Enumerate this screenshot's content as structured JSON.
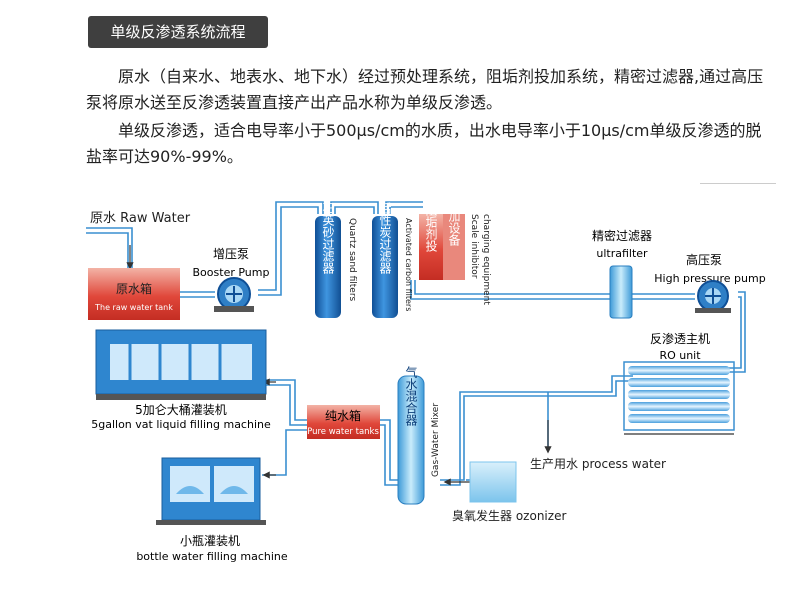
{
  "header": {
    "title": "单级反渗透系统流程"
  },
  "intro": {
    "paragraph1": "原水（自来水、地表水、地下水）经过预处理系统，阻垢剂投加系统，精密过滤器,通过高压泵将原水送至反渗透装置直接产出产品水称为单级反渗透。",
    "paragraph2": "单级反渗透，适合电导率小于500μs/cm的水质，出水电导率小于10μs/cm单级反渗透的脱盐率可达90%-99%。"
  },
  "diagram": {
    "raw_water": {
      "cn": "原水",
      "en": "Raw Water"
    },
    "raw_tank": {
      "cn": "原水箱",
      "en": "The raw water tank"
    },
    "booster_pump": {
      "cn": "增压泵",
      "en": "Booster Pump"
    },
    "sand_filter": {
      "cn": "石英砂过滤器",
      "en": "Quartz sand filters"
    },
    "carbon_filter": {
      "cn": "活性炭过滤器",
      "en": "Activated carbon filters"
    },
    "scale_inhibitor": {
      "cn_a": "阻垢剂投",
      "cn_b": "加设备",
      "en_a": "Scale inhibitor",
      "en_b": "charging equipment"
    },
    "ultrafilter": {
      "cn": "精密过滤器",
      "en": "ultrafilter"
    },
    "hp_pump": {
      "cn": "高压泵",
      "en": "High pressure pump"
    },
    "ro_unit": {
      "cn": "反渗透主机",
      "en": "RO unit"
    },
    "pure_tank": {
      "cn": "纯水箱",
      "en": "Pure water tanks"
    },
    "mixer": {
      "cn": "气水混合器",
      "en": "Gas-Water Mixer"
    },
    "process_water": {
      "cn": "生产用水",
      "en": "process water"
    },
    "ozonizer": {
      "cn": "臭氧发生器",
      "en": "ozonizer"
    },
    "gallon_machine": {
      "cn": "5加仑大桶灌装机",
      "en": "5gallon vat liquid filling machine"
    },
    "bottle_machine": {
      "cn": "小瓶灌装机",
      "en": "bottle water filling machine"
    }
  },
  "colors": {
    "pipe": "#3a8fd0",
    "tank_red": "#d9342b",
    "filter_blue": "#1f6fbf",
    "machine_blue": "#2f86cf",
    "ozonizer_blue": "#9dd3f0"
  }
}
